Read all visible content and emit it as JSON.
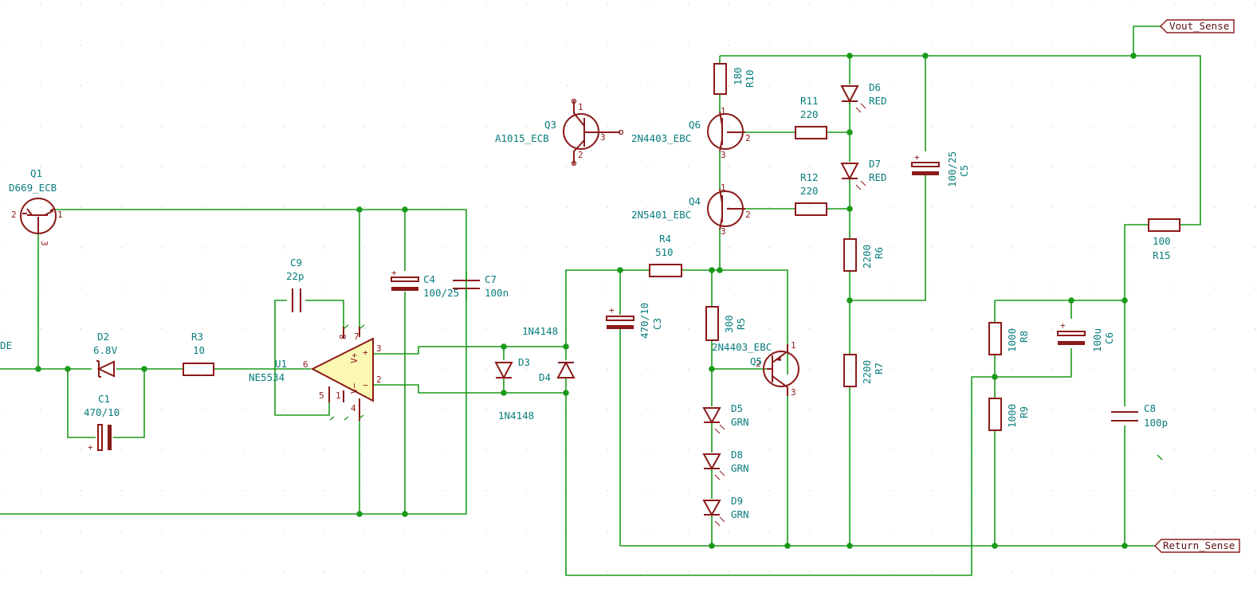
{
  "global_labels": {
    "vout": "Vout_Sense",
    "ret": "Return_Sense"
  },
  "cut_label": "DE",
  "components": {
    "Q1": {
      "ref": "Q1",
      "value": "D669_ECB"
    },
    "Q3": {
      "ref": "Q3",
      "value": "A1015_ECB"
    },
    "Q4": {
      "ref": "Q4",
      "value": "2N5401_EBC"
    },
    "Q5": {
      "ref": "Q5",
      "value": "2N4403_EBC"
    },
    "Q6": {
      "ref": "Q6",
      "value": "2N4403_EBC"
    },
    "U1": {
      "ref": "U1",
      "value": "NE5534"
    },
    "D2": {
      "ref": "D2",
      "value": "6.8V"
    },
    "D3": {
      "ref": "D3",
      "value": "1N4148"
    },
    "D4": {
      "ref": "D4",
      "value": "1N4148"
    },
    "D5": {
      "ref": "D5",
      "value": "GRN"
    },
    "D6": {
      "ref": "D6",
      "value": "RED"
    },
    "D7": {
      "ref": "D7",
      "value": "RED"
    },
    "D8": {
      "ref": "D8",
      "value": "GRN"
    },
    "D9": {
      "ref": "D9",
      "value": "GRN"
    },
    "R3": {
      "ref": "R3",
      "value": "10"
    },
    "R4": {
      "ref": "R4",
      "value": "510"
    },
    "R5": {
      "ref": "R5",
      "value": "300"
    },
    "R6": {
      "ref": "R6",
      "value": "2200"
    },
    "R7": {
      "ref": "R7",
      "value": "2200"
    },
    "R8": {
      "ref": "R8",
      "value": "1000"
    },
    "R9": {
      "ref": "R9",
      "value": "1000"
    },
    "R10": {
      "ref": "R10",
      "value": "180"
    },
    "R11": {
      "ref": "R11",
      "value": "220"
    },
    "R12": {
      "ref": "R12",
      "value": "220"
    },
    "R15": {
      "ref": "R15",
      "value": "100"
    },
    "C1": {
      "ref": "C1",
      "value": "470/10"
    },
    "C3": {
      "ref": "C3",
      "value": "470/10"
    },
    "C4": {
      "ref": "C4",
      "value": "100/25"
    },
    "C5": {
      "ref": "C5",
      "value": "100/25"
    },
    "C6": {
      "ref": "C6",
      "value": "100u"
    },
    "C7": {
      "ref": "C7",
      "value": "100n"
    },
    "C8": {
      "ref": "C8",
      "value": "100p"
    },
    "C9": {
      "ref": "C9",
      "value": "22p"
    }
  },
  "pins": {
    "one": "1",
    "two": "2",
    "three": "3",
    "four": "4",
    "five": "5",
    "six": "6",
    "seven": "7",
    "eight": "8",
    "plus": "+",
    "minus": "−",
    "vplus": "V+",
    "vminus": "V−"
  }
}
